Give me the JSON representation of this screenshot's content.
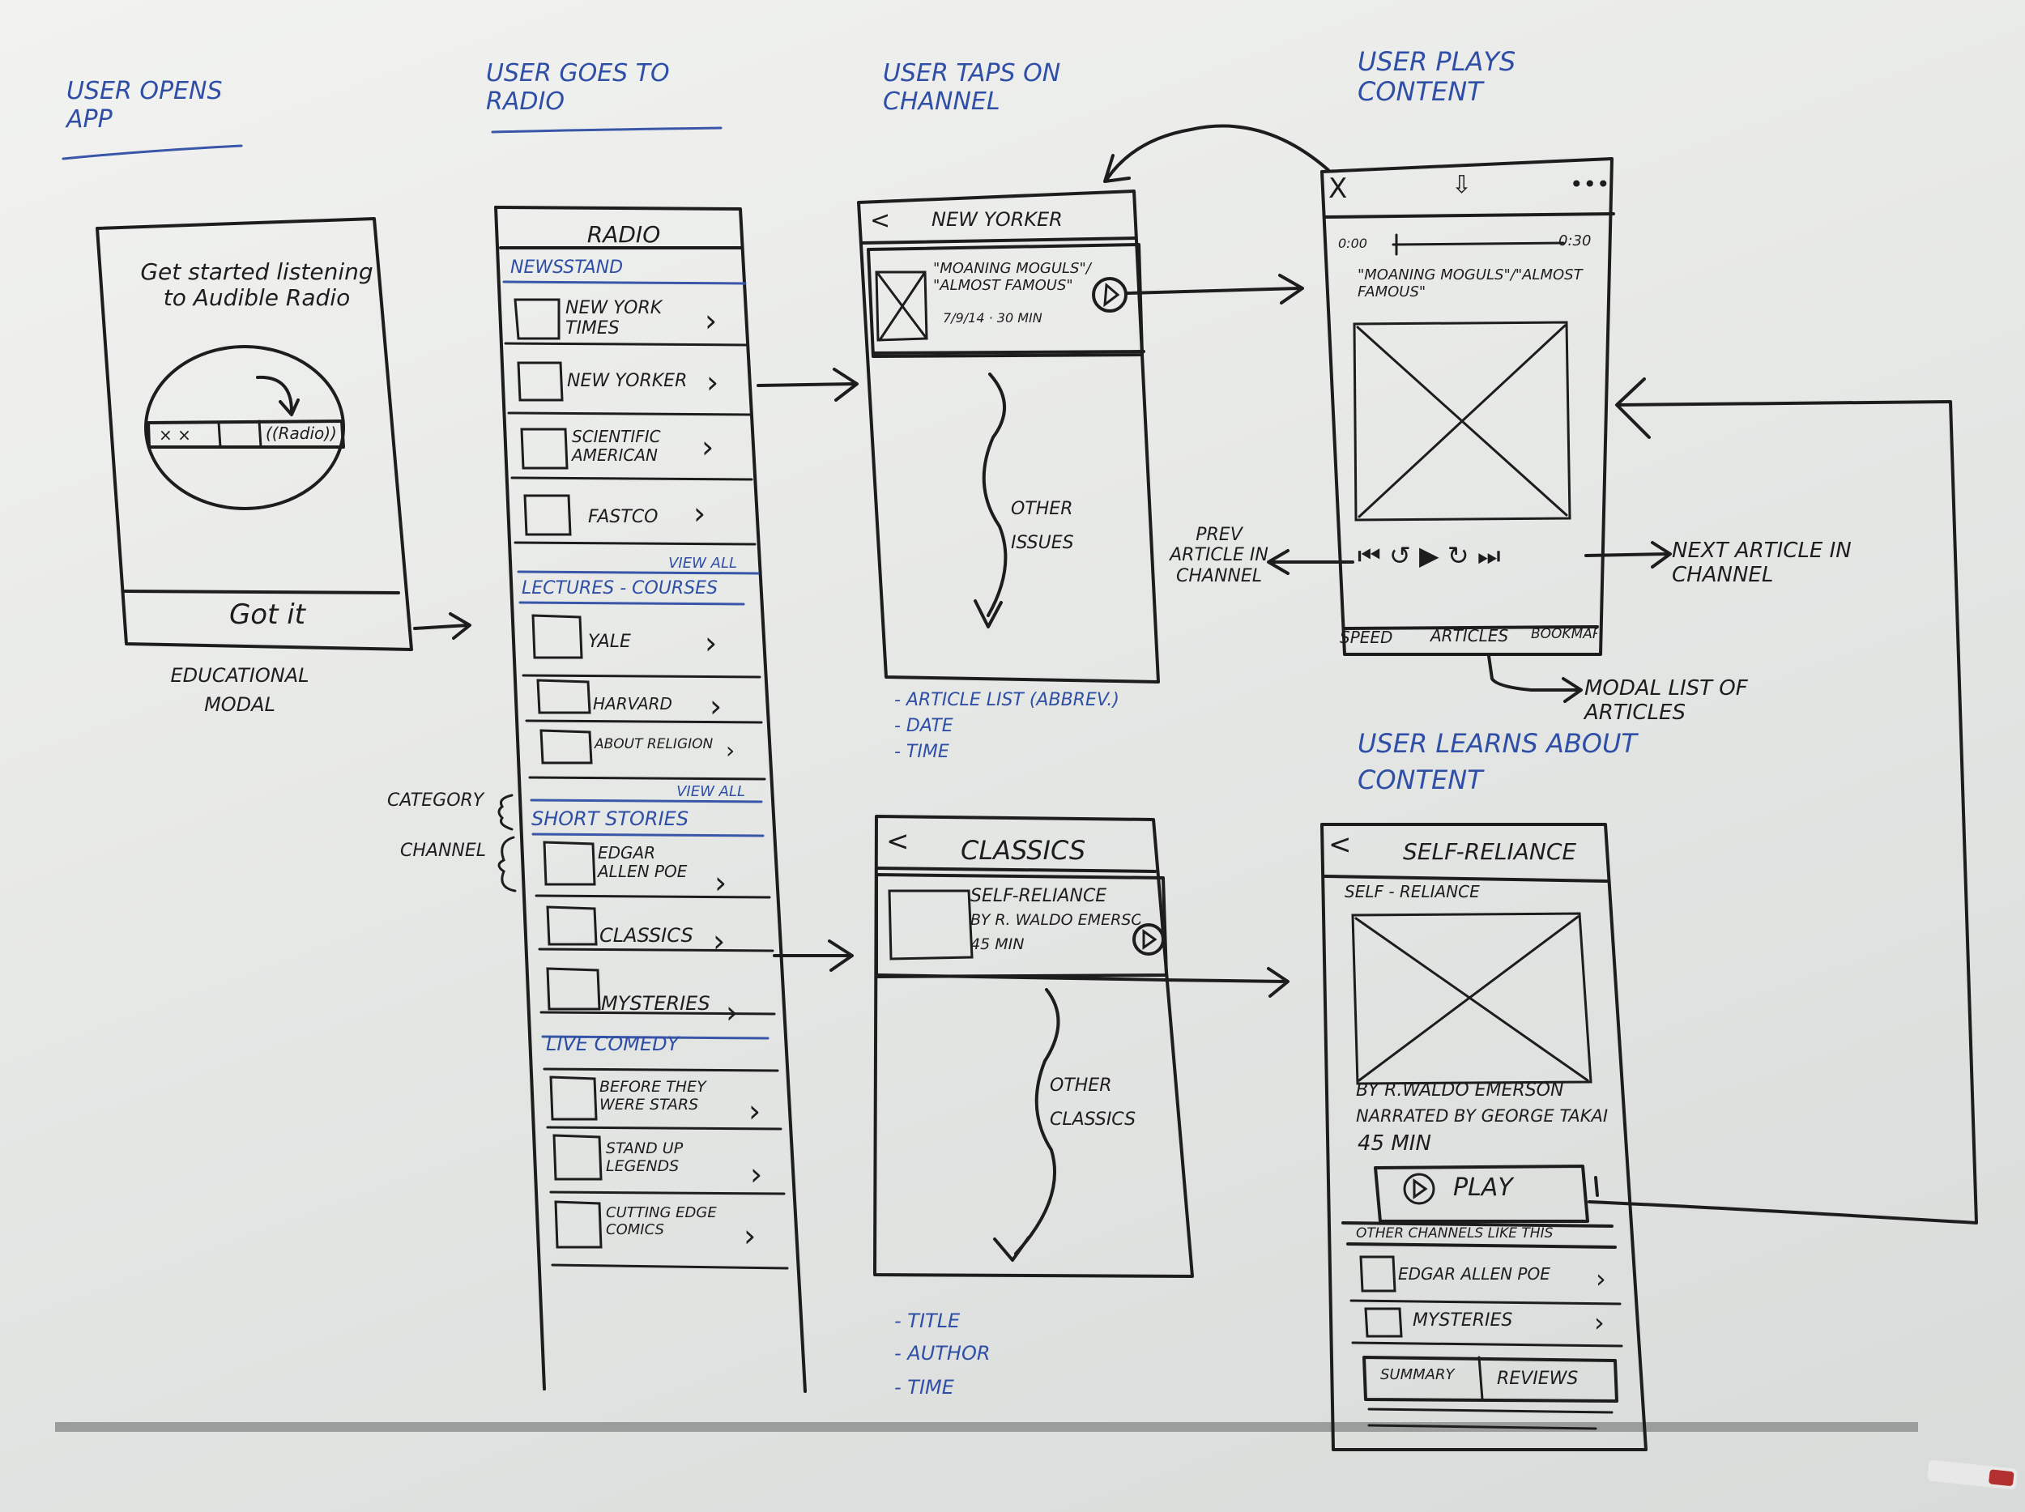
{
  "columns": {
    "open_app": "USER OPENS APP",
    "radio": "USER GOES TO RADIO",
    "channel": "USER TAPS ON CHANNEL",
    "plays": "USER PLAYS CONTENT",
    "learns": "USER LEARNS ABOUT CONTENT"
  },
  "modal": {
    "message": "Get started listening to Audible Radio",
    "radio_label": "((Radio))",
    "button": "Got it",
    "caption": "EDUCATIONAL MODAL"
  },
  "radio_screen": {
    "title": "RADIO",
    "newsstand": "NEWSSTAND",
    "newsstand_items": [
      "NEW YORK TIMES",
      "NEW YORKER",
      "SCIENTIFIC AMERICAN",
      "FASTCO"
    ],
    "view_all_1": "VIEW ALL",
    "lectures": "LECTURES - COURSES",
    "lecture_items": [
      "YALE",
      "HARVARD",
      "ABOUT RELIGION"
    ],
    "view_all_2": "VIEW ALL",
    "short_stories": "SHORT STORIES",
    "short_story_items": [
      "EDGAR ALLEN POE",
      "CLASSICS",
      "MYSTERIES"
    ],
    "live_comedy": "LIVE COMEDY",
    "comedy_items": [
      "BEFORE THEY WERE STARS",
      "STAND UP LEGENDS",
      "CUTTING EDGE COMICS"
    ],
    "category_label": "CATEGORY",
    "channel_label": "CHANNEL"
  },
  "new_yorker_screen": {
    "back": "<",
    "title": "NEW YORKER",
    "article_title": "\"MOANING MOGULS\"/ \"ALMOST FAMOUS\"",
    "article_meta": "7/9/14 · 30 MIN",
    "other_issues": "OTHER ISSUES",
    "notes": [
      "- ARTICLE LIST (ABBREV.)",
      "- DATE",
      "- TIME"
    ]
  },
  "classics_screen": {
    "back": "<",
    "title": "CLASSICS",
    "item_title": "SELF-RELIANCE",
    "item_author": "BY R. WALDO EMERSON",
    "item_length": "45 MIN",
    "other": "OTHER CLASSICS",
    "notes": [
      "- TITLE",
      "- AUTHOR",
      "- TIME"
    ]
  },
  "player_screen": {
    "close": "X",
    "menu": "•••",
    "time_start": "0:00",
    "time_end": "0:30",
    "article": "\"MOANING MOGULS\"/\"ALMOST FAMOUS\"",
    "tabs": [
      "SPEED",
      "ARTICLES",
      "BOOKMARK"
    ],
    "prev_label": "PREV ARTICLE IN CHANNEL",
    "next_label": "NEXT ARTICLE IN CHANNEL",
    "modal_label": "MODAL LIST OF ARTICLES"
  },
  "detail_screen": {
    "back": "<",
    "title": "SELF-RELIANCE",
    "subtitle": "SELF - RELIANCE",
    "author": "BY R.WALDO EMERSON",
    "narrator": "NARRATED BY GEORGE TAKAI",
    "length": "45 MIN",
    "play": "PLAY",
    "other_channels": "OTHER CHANNELS LIKE THIS",
    "channel_items": [
      "EDGAR ALLEN POE",
      "MYSTERIES"
    ],
    "tab_summary": "SUMMARY",
    "tab_reviews": "REVIEWS"
  }
}
